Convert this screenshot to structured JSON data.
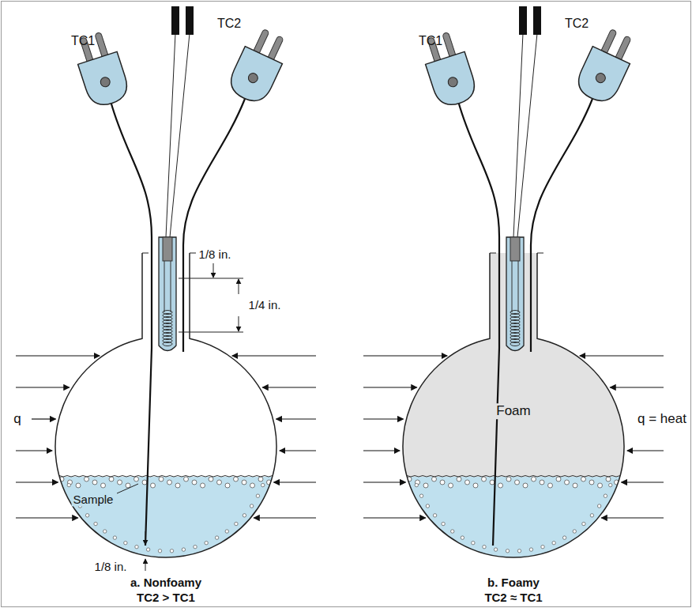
{
  "diagram": {
    "labels": [
      "TC1",
      "TC2",
      "1/8 in.",
      "1/4 in.",
      "q",
      "Sample",
      "1/8 in.",
      "a. Nonfoamy",
      "TC2 > TC1",
      "TC1",
      "TC2",
      "Foam",
      "q = heat",
      "b. Foamy",
      "TC2 ≈ TC1"
    ]
  }
}
